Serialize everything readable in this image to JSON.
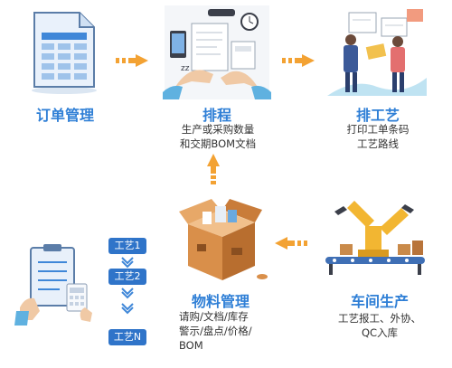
{
  "nodes": {
    "order": {
      "title": "订单管理"
    },
    "schedule": {
      "title": "排程",
      "desc": [
        "生产或采购数量",
        "和交期BOM文档"
      ]
    },
    "process": {
      "title": "排工艺",
      "desc": [
        "打印工单条码",
        "工艺路线"
      ]
    },
    "workshop": {
      "title": "车间生产",
      "desc": [
        "工艺报工、外协、",
        "QC入库"
      ]
    },
    "material": {
      "title": "物料管理",
      "desc": [
        "请购/文档/库存",
        "警示/盘点/价格/",
        "BOM"
      ]
    }
  },
  "steps": [
    "工艺1",
    "工艺2",
    "工艺N"
  ],
  "colors": {
    "accent": "#2f7fd6",
    "arrow": "#f3a233",
    "chip": "#2f74c9"
  }
}
